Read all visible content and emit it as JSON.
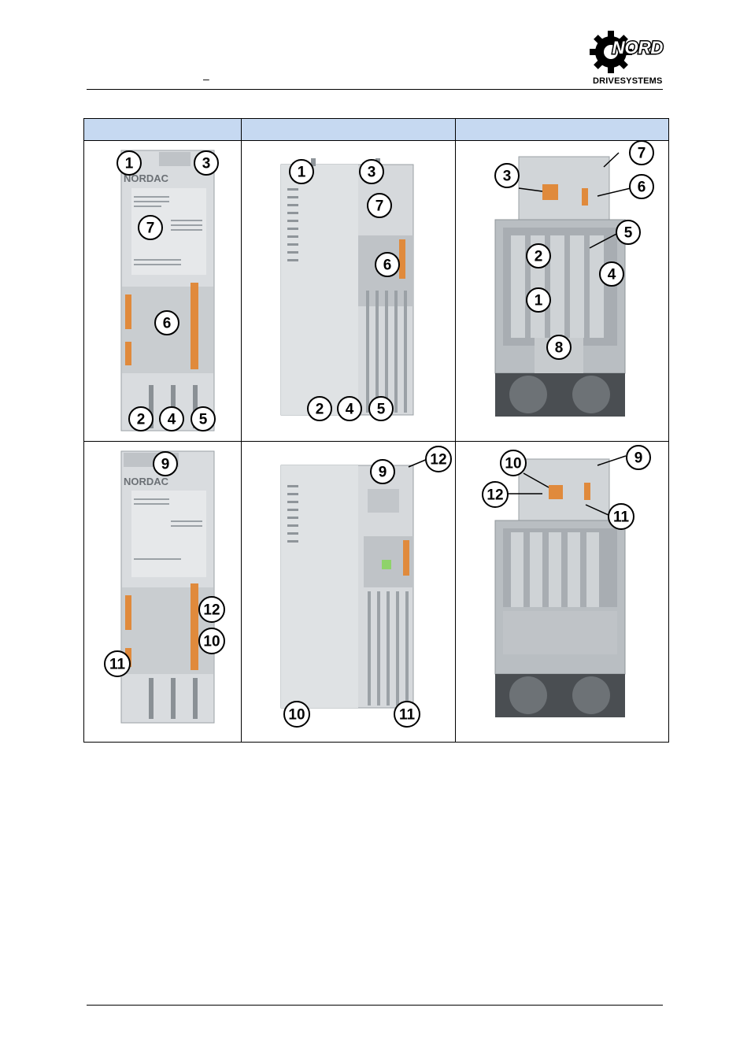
{
  "header": {
    "dash": "–",
    "logo_word": "NORD",
    "logo_sub": "DRIVESYSTEMS"
  },
  "table": {
    "columns": [
      "",
      "",
      ""
    ]
  },
  "images": {
    "r1c1": {
      "device_label": "NORDAC",
      "callouts": [
        "1",
        "3",
        "7",
        "6",
        "2",
        "4",
        "5"
      ]
    },
    "r1c2": {
      "callouts": [
        "1",
        "3",
        "7",
        "6",
        "2",
        "4",
        "5"
      ]
    },
    "r1c3": {
      "callouts": [
        "7",
        "3",
        "6",
        "5",
        "2",
        "4",
        "1",
        "8"
      ]
    },
    "r2c1": {
      "device_label": "NORDAC",
      "callouts": [
        "9",
        "12",
        "10",
        "11"
      ]
    },
    "r2c2": {
      "callouts": [
        "12",
        "9",
        "10",
        "11"
      ]
    },
    "r2c3": {
      "callouts": [
        "10",
        "9",
        "12",
        "11"
      ]
    }
  }
}
